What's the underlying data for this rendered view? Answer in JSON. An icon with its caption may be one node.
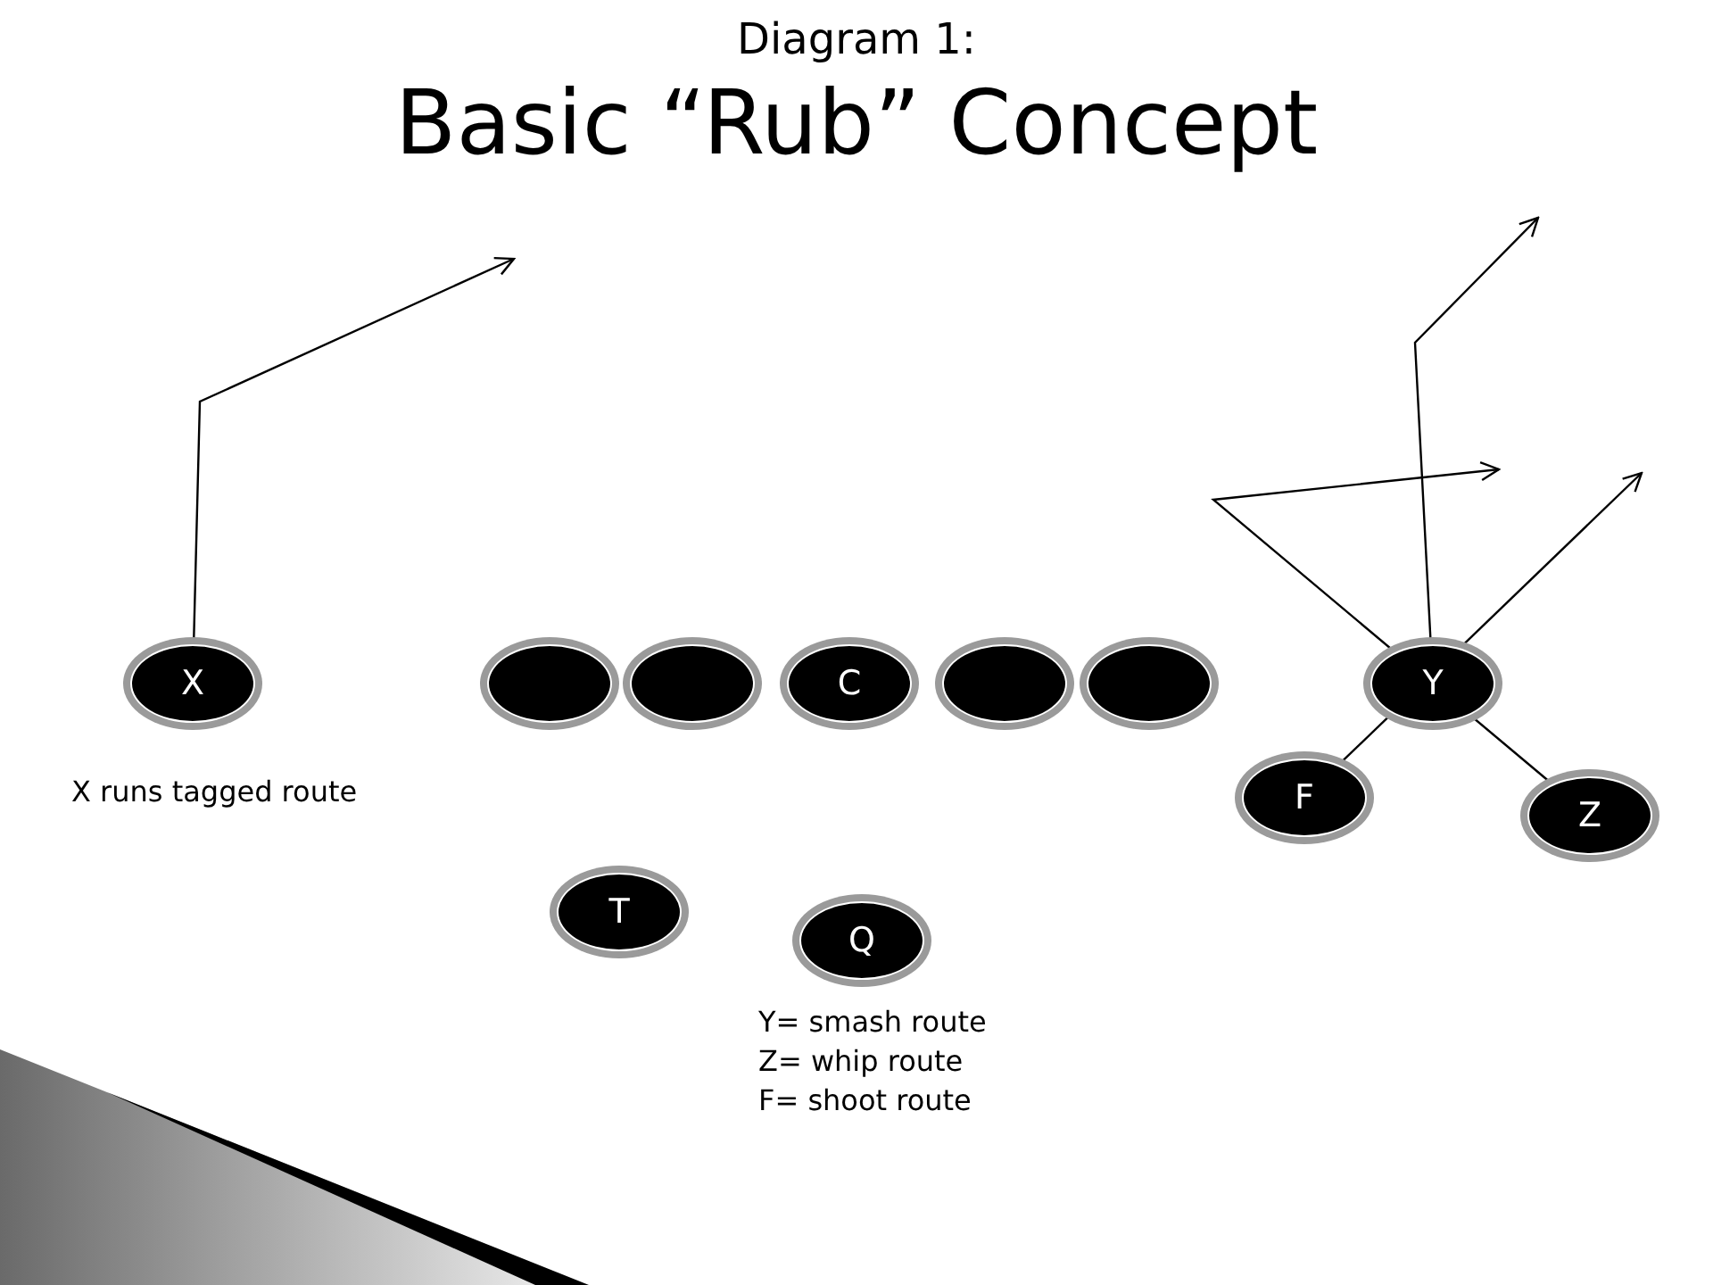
{
  "diagram": {
    "title": "Basic “Rub” Concept",
    "nodes": [
      {
        "text": [
          "X"
        ]
      },
      {
        "text": [],
        "shape": "ellipse"
      },
      {
        "text": [],
        "shape": "ellipse"
      },
      {
        "text": [
          "C"
        ]
      },
      {
        "text": [],
        "shape": "ellipse"
      },
      {
        "text": [],
        "shape": "ellipse"
      },
      {
        "text": [
          "Y"
        ]
      },
      {
        "text": [
          "F"
        ]
      },
      {
        "text": [
          "Z"
        ]
      },
      {
        "text": [
          "T"
        ]
      },
      {
        "text": [
          "Q"
        ]
      }
    ],
    "edges": [
      {
        "from": 0,
        "to": null,
        "arrow": "to"
      },
      {
        "from": 6,
        "to": null,
        "arrow": "to"
      },
      {
        "from": 8,
        "to": null,
        "arrow": "to"
      },
      {
        "from": 7,
        "to": null,
        "arrow": "to"
      }
    ],
    "labels": [
      "Diagram 1:",
      "X runs tagged route",
      "Y= smash route",
      "Z= whip route",
      "F= shoot route"
    ]
  }
}
